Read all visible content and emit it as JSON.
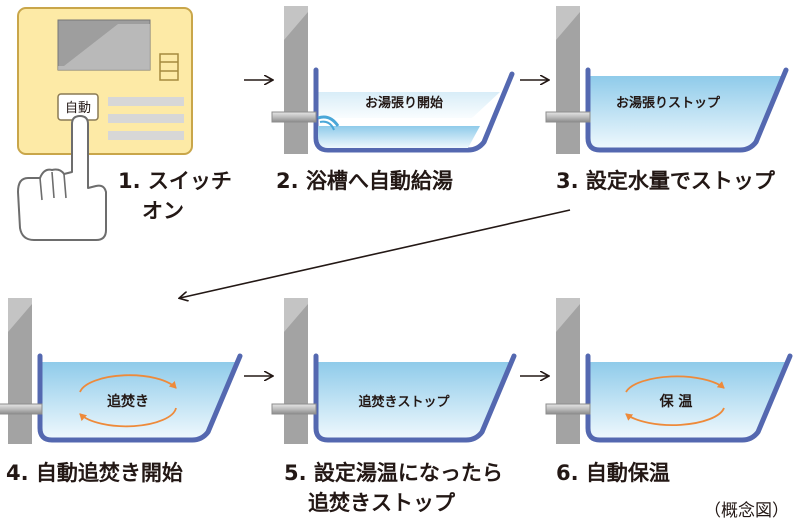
{
  "steps": [
    {
      "caption_lines": [
        "1. スイッチ",
        "オン"
      ]
    },
    {
      "caption_lines": [
        "2. 浴槽へ自動給湯"
      ],
      "tub_label": "お湯張り開始"
    },
    {
      "caption_lines": [
        "3. 設定水量でストップ"
      ],
      "tub_label": "お湯張りストップ"
    },
    {
      "caption_lines": [
        "4. 自動追焚き開始"
      ],
      "tub_label": "追焚き"
    },
    {
      "caption_lines": [
        "5. 設定湯温になったら",
        "追焚きストップ"
      ],
      "tub_label": "追焚きストップ"
    },
    {
      "caption_lines": [
        "6. 自動保温"
      ],
      "tub_label": "保 温"
    }
  ],
  "panel": {
    "button_label": "自動"
  },
  "note": "（概念図）",
  "colors": {
    "panel_fill": "#fdeaa6",
    "panel_border": "#c9a64a",
    "tub_outline": "#5468b0",
    "water_top": "#8fcbea",
    "water_bottom": "#e9f6fd",
    "wall": "#a3a3a3",
    "circulation_arrow": "#ee8a3a",
    "arrow": "#231815"
  },
  "icons": [
    "hand-pointer-icon",
    "flow-arrow-icon",
    "circulation-arrow-icon",
    "water-splash-icon"
  ]
}
